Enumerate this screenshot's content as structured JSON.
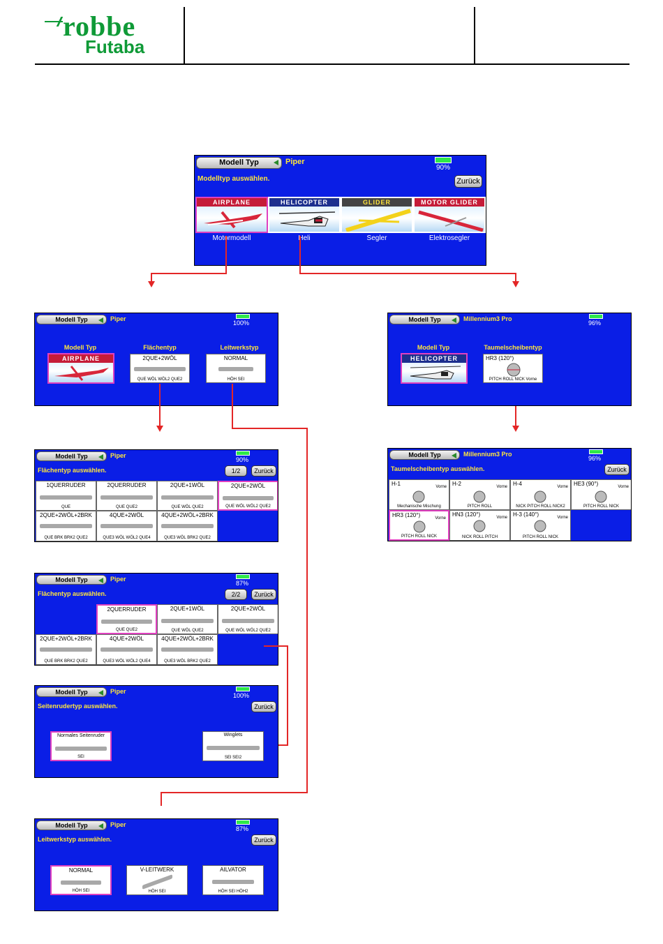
{
  "header": {
    "brand_top": "robbe",
    "brand_bottom": "Futaba"
  },
  "main": {
    "model_button": "Modell Typ",
    "model_name": "Piper",
    "battery": "90%",
    "prompt": "Modelltyp auswählen.",
    "back": "Zurück",
    "tiles": [
      {
        "caption": "AIRPLANE",
        "label": "Motormodell"
      },
      {
        "caption": "HELICOPTER",
        "label": "Heli"
      },
      {
        "caption": "GLIDER",
        "label": "Segler"
      },
      {
        "caption": "MOTOR GLIDER",
        "label": "Elektrosegler"
      }
    ]
  },
  "plane_overview": {
    "model_button": "Modell Typ",
    "model_name": "Piper",
    "battery": "100%",
    "col1": "Modell Typ",
    "col2": "Flächentyp",
    "col3": "Leitwerkstyp",
    "col1_caption": "AIRPLANE",
    "wing_title": "2QUE+2WÖL",
    "wing_sub": "QUE WÖL WÖL2 QUE2",
    "tail_title": "NORMAL",
    "tail_sub": "HÖH SEI"
  },
  "heli_overview": {
    "model_button": "Modell Typ",
    "model_name": "Millennium3 Pro",
    "battery": "96%",
    "col1": "Modell Typ",
    "col2": "Taumelscheibentyp",
    "col1_caption": "HELICOPTER",
    "swash_title": "HR3 (120°)",
    "swash_sub": "PITCH ROLL NICK Vorne"
  },
  "wing_page1": {
    "model_button": "Modell Typ",
    "model_name": "Piper",
    "battery": "90%",
    "prompt": "Flächentyp auswählen.",
    "page": "1/2",
    "back": "Zurück",
    "tiles": [
      {
        "title": "1QUERRUDER",
        "sub": "QUE"
      },
      {
        "title": "2QUERRUDER",
        "sub": "QUE QUE2"
      },
      {
        "title": "2QUE+1WÖL",
        "sub": "QUE WÖL QUE2"
      },
      {
        "title": "2QUE+2WÖL",
        "sub": "QUE WÖL WÖL2 QUE2"
      },
      {
        "title": "2QUE+2WÖL+2BRK",
        "sub": "QUE BRK BRK2 QUE2"
      },
      {
        "title": "4QUE+2WÖL",
        "sub": "QUE3 WÖL WÖL2 QUE4"
      },
      {
        "title": "4QUE+2WÖL+2BRK",
        "sub": "QUE3 WÖL BRK2 QUE2"
      }
    ]
  },
  "wing_page2": {
    "model_button": "Modell Typ",
    "model_name": "Piper",
    "battery": "87%",
    "prompt": "Flächentyp auswählen.",
    "page": "2/2",
    "back": "Zurück",
    "tiles": [
      {
        "title": "2QUERRUDER",
        "sub": "QUE QUE2"
      },
      {
        "title": "2QUE+1WÖL",
        "sub": "QUE WÖL QUE2"
      },
      {
        "title": "2QUE+2WÖL",
        "sub": "QUE WÖL WÖL2 QUE2"
      },
      {
        "title": "2QUE+2WÖL+2BRK",
        "sub": "QUE BRK BRK2 QUE2"
      },
      {
        "title": "4QUE+2WÖL",
        "sub": "QUE3 WÖL WÖL2 QUE4"
      },
      {
        "title": "4QUE+2WÖL+2BRK",
        "sub": "QUE3 WÖL BRK2 QUE2"
      }
    ]
  },
  "rudder_page": {
    "model_button": "Modell Typ",
    "model_name": "Piper",
    "battery": "100%",
    "prompt": "Seitenrudertyp auswählen.",
    "back": "Zurück",
    "tiles": [
      {
        "title": "Normales Seitenruder",
        "sub": "SEI"
      },
      {
        "title": "Winglets",
        "sub": "SEI SEI2"
      }
    ]
  },
  "tail_page": {
    "model_button": "Modell Typ",
    "model_name": "Piper",
    "battery": "87%",
    "prompt": "Leitwerkstyp auswählen.",
    "back": "Zurück",
    "tiles": [
      {
        "title": "NORMAL",
        "sub": "HÖH SEI"
      },
      {
        "title": "V-LEITWERK",
        "sub": "HÖH SEI"
      },
      {
        "title": "AILVATOR",
        "sub": "HÖH SEI HÖH2"
      }
    ]
  },
  "swash_page": {
    "model_button": "Modell Typ",
    "model_name": "Millennium3 Pro",
    "battery": "96%",
    "prompt": "Taumelscheibentyp auswählen.",
    "back": "Zurück",
    "tiles": [
      {
        "title": "H-1",
        "sub": "Mechanische Mischung",
        "tag": "Vorne"
      },
      {
        "title": "H-2",
        "sub": "PITCH ROLL",
        "tag": "Vorne"
      },
      {
        "title": "H-4",
        "sub": "NICK PITCH ROLL NICK2",
        "tag": "Vorne"
      },
      {
        "title": "HE3 (90°)",
        "sub": "PITCH ROLL NICK",
        "tag": "Vorne"
      },
      {
        "title": "HR3 (120°)",
        "sub": "PITCH ROLL NICK",
        "tag": "Vorne"
      },
      {
        "title": "HN3 (120°)",
        "sub": "NICK ROLL PITCH",
        "tag": "Vorne"
      },
      {
        "title": "H-3 (140°)",
        "sub": "PITCH ROLL NICK",
        "tag": "Vorne"
      }
    ]
  }
}
